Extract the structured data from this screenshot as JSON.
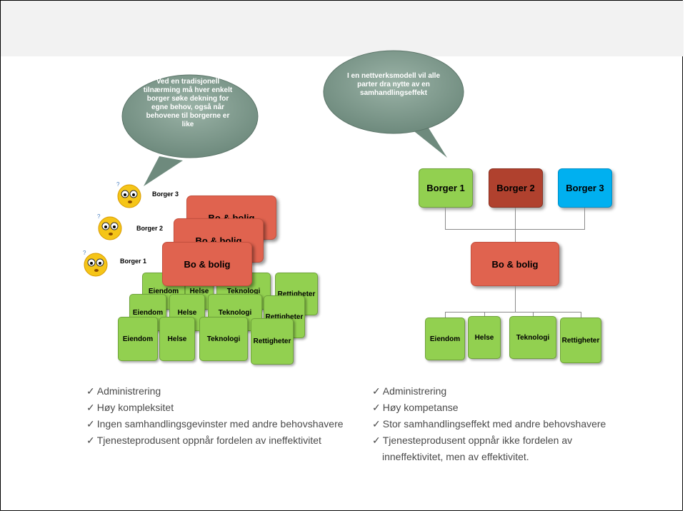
{
  "left": {
    "bubble_text": "Ved en tradisjonell tilnærming må hver enkelt borger søke dekning for egne behov, også når behovene til borgerne er like",
    "borgere": [
      "Borger 3",
      "Borger 2",
      "Borger 1"
    ],
    "orange_box": "Bo & bolig",
    "green_boxes": [
      "Eiendom",
      "Helse",
      "Teknologi",
      "Rettigheter"
    ],
    "bullets": [
      "Administrering",
      "Høy kompleksitet",
      "Ingen samhandlingsgevinster med andre behovshavere",
      "Tjenesteprodusent oppnår fordelen av ineffektivitet"
    ]
  },
  "right": {
    "bubble_text": "I en nettverksmodell vil alle parter dra nytte av en samhandlingseffekt",
    "borger_boxes": [
      "Borger 1",
      "Borger 2",
      "Borger 3"
    ],
    "orange_box": "Bo & bolig",
    "green_boxes": [
      "Eiendom",
      "Helse",
      "Teknologi",
      "Rettigheter"
    ],
    "bullets": [
      "Administrering",
      "Høy kompetanse",
      "Stor samhandlingseffekt med andre behovshavere",
      "Tjenesteprodusent oppnår ikke fordelen av",
      "inneffektivitet, men av effektivitet."
    ]
  },
  "colors": {
    "green": "#92d050",
    "orange": "#e0634f",
    "borger2": "#b0412e",
    "borger3": "#00b0f0",
    "bubble": "#7f9a8d"
  }
}
